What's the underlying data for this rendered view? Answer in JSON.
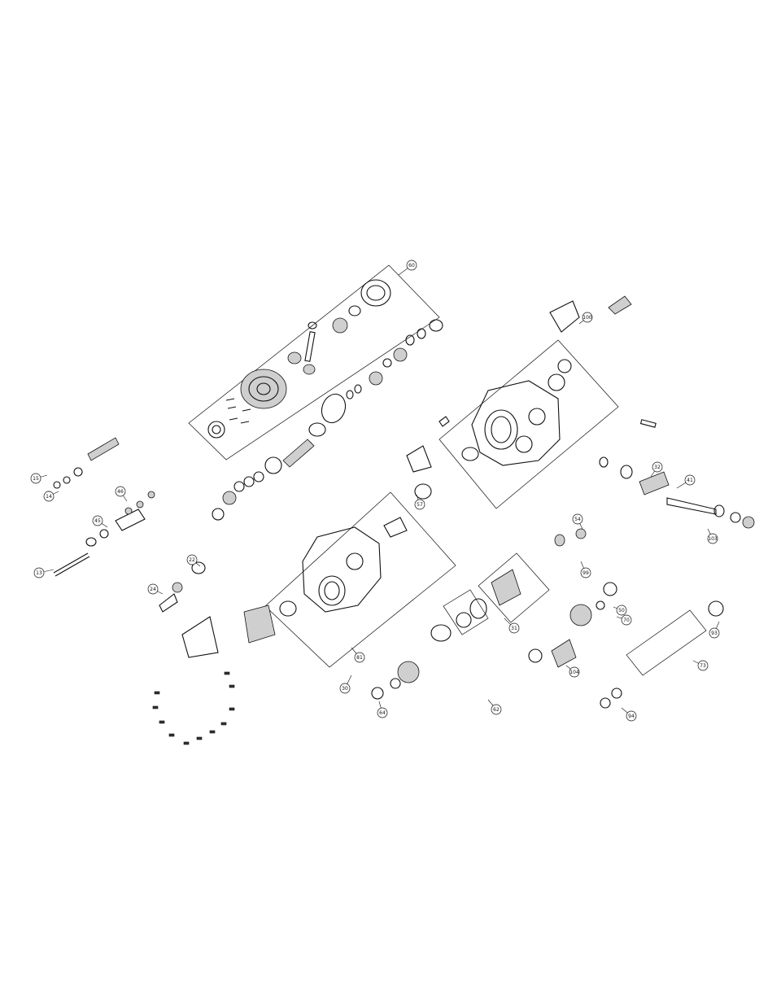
{
  "diagram": {
    "type": "exploded-parts-view",
    "subject": "transmission assembly",
    "callouts": [
      {
        "id": "c1",
        "label": "13"
      },
      {
        "id": "c2",
        "label": "14"
      },
      {
        "id": "c3",
        "label": "15"
      },
      {
        "id": "c4",
        "label": "22"
      },
      {
        "id": "c5",
        "label": "24"
      },
      {
        "id": "c6",
        "label": "30"
      },
      {
        "id": "c7",
        "label": "31"
      },
      {
        "id": "c8",
        "label": "32"
      },
      {
        "id": "c9",
        "label": "41"
      },
      {
        "id": "c10",
        "label": "45"
      },
      {
        "id": "c11",
        "label": "46"
      },
      {
        "id": "c12",
        "label": "50"
      },
      {
        "id": "c13",
        "label": "54"
      },
      {
        "id": "c14",
        "label": "57"
      },
      {
        "id": "c15",
        "label": "60"
      },
      {
        "id": "c16",
        "label": "62"
      },
      {
        "id": "c17",
        "label": "64"
      },
      {
        "id": "c18",
        "label": "70"
      },
      {
        "id": "c19",
        "label": "73"
      },
      {
        "id": "c20",
        "label": "81"
      },
      {
        "id": "c21",
        "label": "93"
      },
      {
        "id": "c22",
        "label": "94"
      },
      {
        "id": "c23",
        "label": "99"
      },
      {
        "id": "c24",
        "label": "100"
      },
      {
        "id": "c25",
        "label": "103"
      },
      {
        "id": "c26",
        "label": "104"
      }
    ]
  }
}
